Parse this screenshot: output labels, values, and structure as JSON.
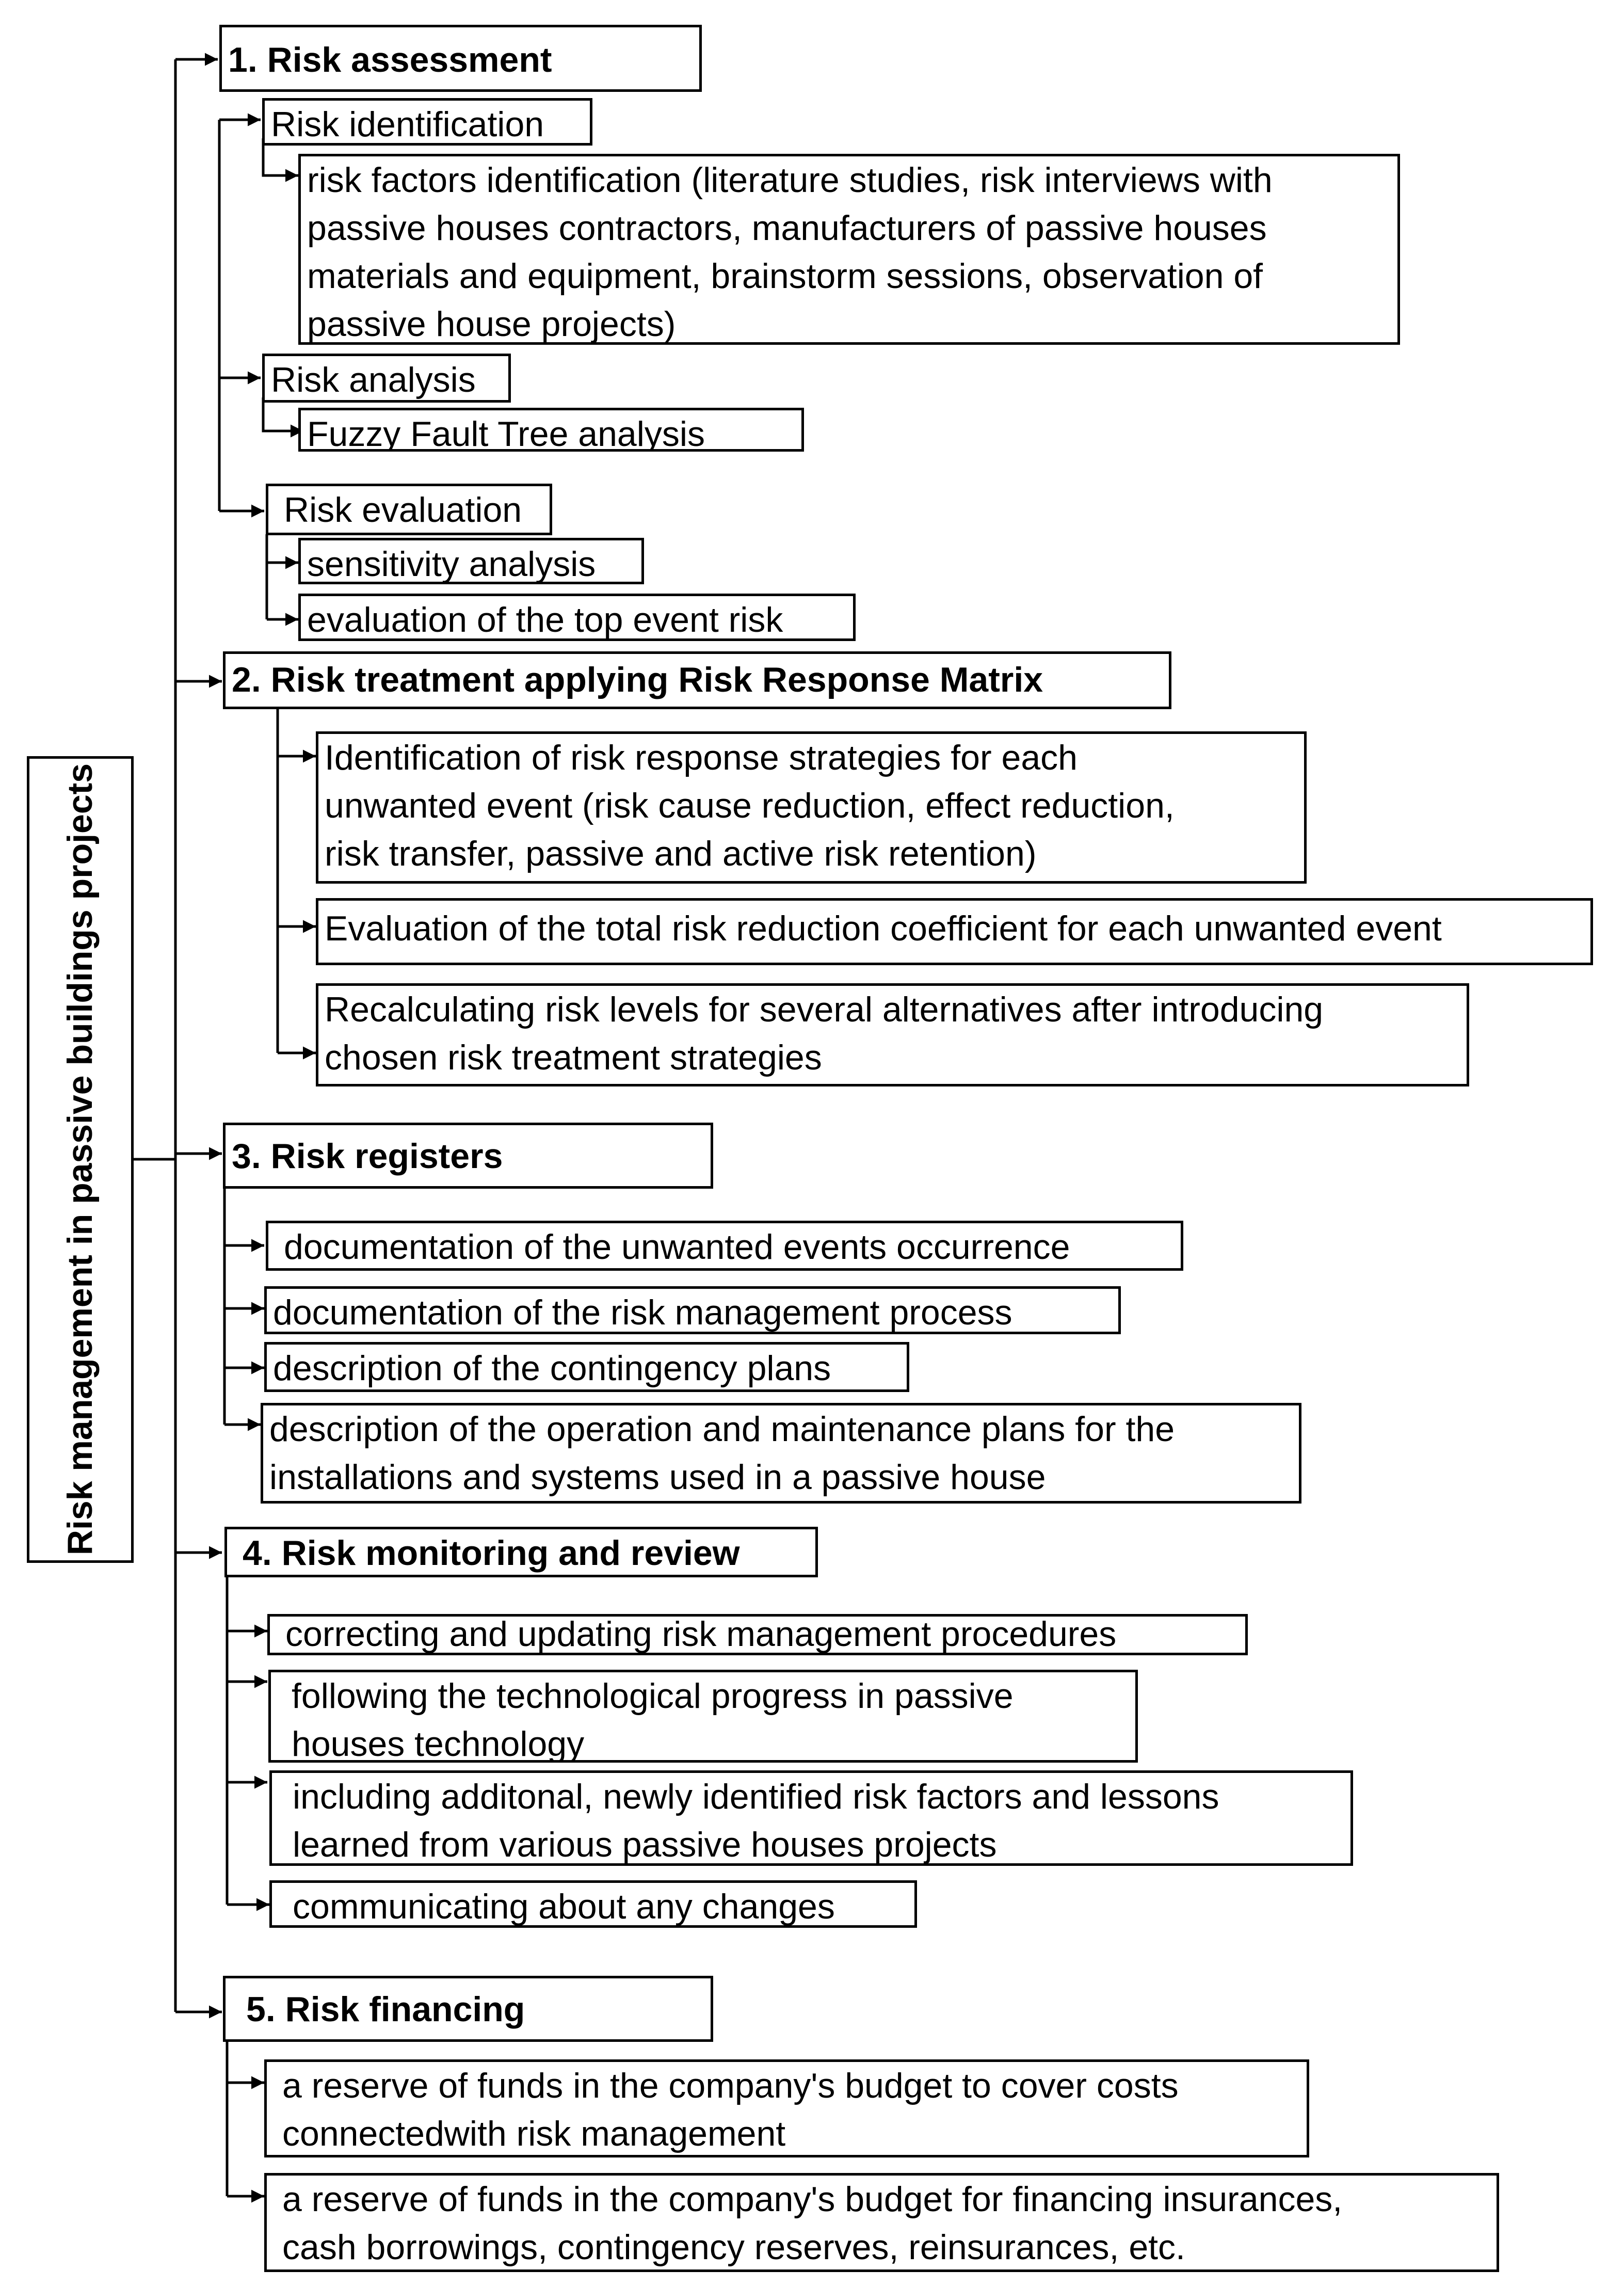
{
  "root": {
    "label": "Risk management in passive buildings projects"
  },
  "sections": [
    {
      "title": "1. Risk assessment",
      "items": [
        {
          "label": "Risk identification"
        },
        {
          "label": "risk factors identification (literature studies, risk interviews with\npassive houses contractors, manufacturers of passive houses\nmaterials and equipment, brainstorm sessions, observation of\npassive house projects)"
        },
        {
          "label": "Risk analysis"
        },
        {
          "label": "Fuzzy Fault Tree analysis"
        },
        {
          "label": "Risk evaluation"
        },
        {
          "label": "sensitivity analysis"
        },
        {
          "label": "evaluation of the top event risk"
        }
      ]
    },
    {
      "title": "2. Risk treatment applying Risk Response Matrix",
      "items": [
        {
          "label": "Identification of risk response strategies for each\nunwanted event  (risk cause reduction, effect reduction,\nrisk transfer, passive and active risk retention)"
        },
        {
          "label": "Evaluation of the total risk reduction coefficient for each unwanted event"
        },
        {
          "label": "Recalculating risk levels for several alternatives after introducing\nchosen risk treatment strategies"
        }
      ]
    },
    {
      "title": "3. Risk registers",
      "items": [
        {
          "label": "documentation of the unwanted events occurrence"
        },
        {
          "label": "documentation of the risk management process"
        },
        {
          "label": "description of the contingency plans"
        },
        {
          "label": "description of the operation and maintenance plans for the\ninstallations and systems used in a passive house"
        }
      ]
    },
    {
      "title": "4. Risk monitoring and review",
      "items": [
        {
          "label": "correcting and updating risk management procedures"
        },
        {
          "label": "following the technological progress in passive\nhouses technology"
        },
        {
          "label": "including additonal, newly identified risk factors and lessons\nlearned from various passive houses projects"
        },
        {
          "label": "communicating about any changes"
        }
      ]
    },
    {
      "title": "5. Risk financing",
      "items": [
        {
          "label": "a reserve of funds in the company's budget to cover costs\nconnectedwith risk management"
        },
        {
          "label": "a reserve of funds in the company's budget for financing insurances,\ncash borrowings, contingency reserves, reinsurances, etc."
        }
      ]
    }
  ]
}
